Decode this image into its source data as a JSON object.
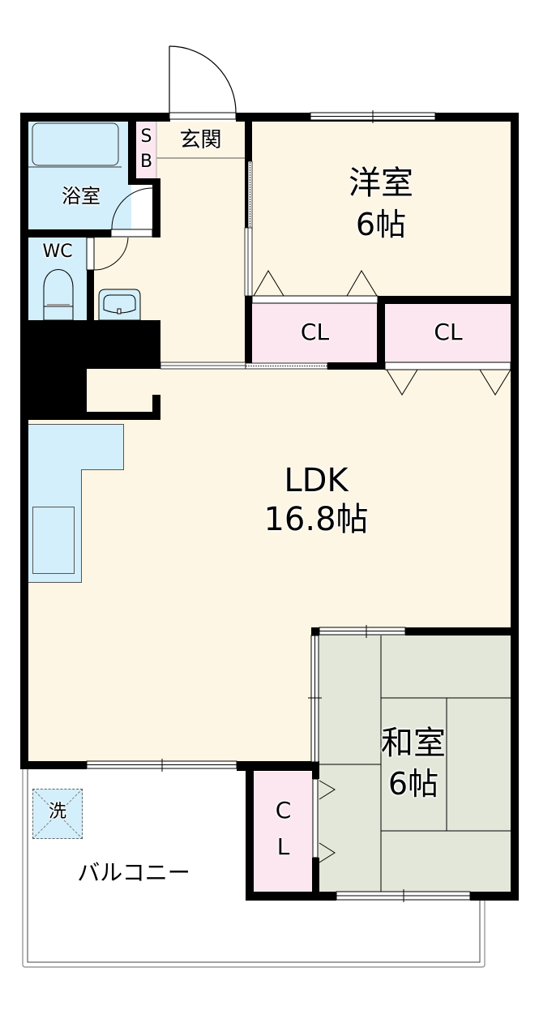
{
  "floorplan": {
    "rooms": {
      "bath": {
        "label": "浴室"
      },
      "shoebox": {
        "label_top": "S",
        "label_bottom": "B"
      },
      "entrance": {
        "label": "玄関"
      },
      "toilet": {
        "label": "WC"
      },
      "western_room": {
        "label": "洋室",
        "size": "6帖"
      },
      "closet_1": {
        "label": "CL"
      },
      "closet_2": {
        "label": "CL"
      },
      "ldk": {
        "label": "LDK",
        "size": "16.8帖"
      },
      "japanese_room": {
        "label": "和室",
        "size": "6帖"
      },
      "closet_3": {
        "label_top": "C",
        "label_bottom": "L"
      },
      "balcony": {
        "label": "バルコニー"
      },
      "washer": {
        "label": "洗"
      }
    },
    "colors": {
      "floor": "#fef6e4",
      "wet_area": "#d3effb",
      "closet": "#fce6ef",
      "tatami": "#e2e7d9",
      "wall": "#000000"
    }
  }
}
